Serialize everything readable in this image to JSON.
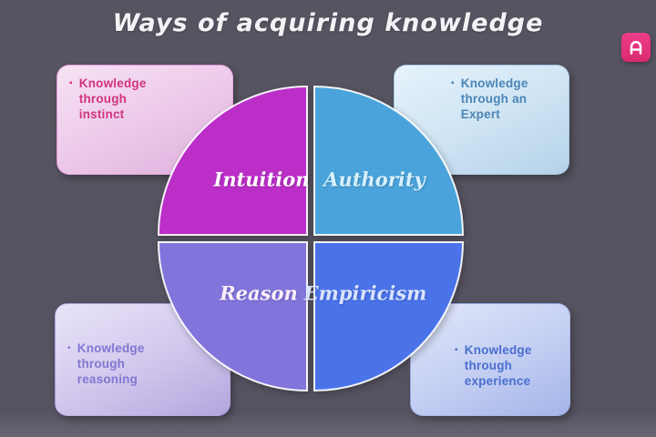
{
  "title": "Ways of acquiring knowledge",
  "brand": {
    "icon": "monogram-h-arch-icon",
    "color": "#e8327f"
  },
  "diagram": {
    "type": "pie",
    "description": "Four equal quadrants, one per way of acquiring knowledge",
    "bullet_glyph": "▪",
    "quadrants": [
      {
        "label": "Intuition",
        "color": "#bb2ec8",
        "note_lines": [
          "Knowledge",
          "through",
          "instinct"
        ],
        "note_color": "#d0357f",
        "position": "top-left"
      },
      {
        "label": "Authority",
        "color": "#4aa3da",
        "note_lines": [
          "Knowledge",
          "through an",
          "Expert"
        ],
        "note_color": "#4c86b6",
        "position": "top-right"
      },
      {
        "label": "Reason",
        "color": "#8175dc",
        "note_lines": [
          "Knowledge",
          "through",
          "reasoning"
        ],
        "note_color": "#8276d2",
        "position": "bottom-left"
      },
      {
        "label": "Empiricism",
        "color": "#4a73ea",
        "note_lines": [
          "Knowledge",
          "through",
          "experience"
        ],
        "note_color": "#4a6ecf",
        "position": "bottom-right"
      }
    ]
  }
}
